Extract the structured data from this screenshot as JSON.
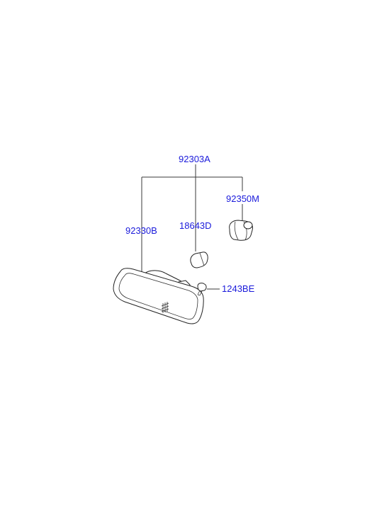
{
  "colors": {
    "label": "#1a1adb",
    "line": "#3a3a3a",
    "background": "#ffffff"
  },
  "labels": {
    "assembly": "92303A",
    "bulb_socket": "92350M",
    "bulb": "18643D",
    "lamp": "92330B",
    "screw": "1243BE"
  }
}
